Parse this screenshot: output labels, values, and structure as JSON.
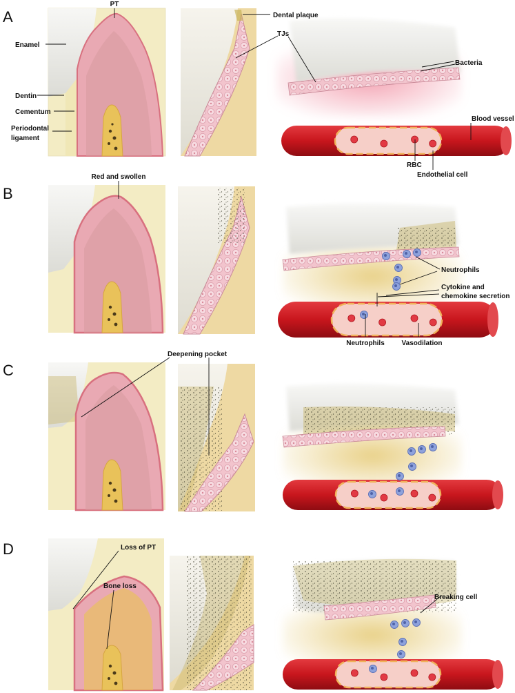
{
  "panels": [
    {
      "letter": "A"
    },
    {
      "letter": "B"
    },
    {
      "letter": "C"
    },
    {
      "letter": "D"
    }
  ],
  "labels": {
    "pt": "PT",
    "enamel": "Enamel",
    "dentin": "Dentin",
    "cementum": "Cementum",
    "periodontal_1": "Periodontal",
    "periodontal_2": "ligament",
    "dental_plaque": "Dental plaque",
    "tjs": "TJs",
    "bacteria": "Bacteria",
    "blood_vessel": "Blood vessel",
    "rbc": "RBC",
    "endothelial_cell": "Endothelial cell",
    "red_and_swollen": "Red and swollen",
    "neutrophils_top": "Neutrophils",
    "cytokine_1": "Cytokine and",
    "cytokine_2": "chemokine secretion",
    "neutrophils_bottom": "Neutrophils",
    "vasodilation": "Vasodilation",
    "deepening_pocket": "Deepening pocket",
    "loss_of_pt": "Loss of PT",
    "bone_loss": "Bone loss",
    "breaking_cell": "Breaking cell"
  },
  "colors": {
    "enamel": "#eeeeea",
    "dentin": "#f3ecc4",
    "gum": "#e9a9b3",
    "gum_edge": "#d8707f",
    "bone": "#e9c25a",
    "vessel": "#c8161d",
    "lumen": "#f6cfc8",
    "rbc": "#e23a44",
    "neutrophil": "#7d92d4",
    "tissue_yellow": "#ecd89a",
    "plaque_dot": "#3a3a2a"
  }
}
